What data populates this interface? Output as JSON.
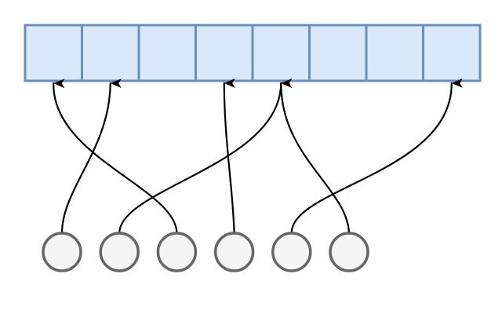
{
  "colors": {
    "slot_fill": "#dae8fc",
    "slot_stroke": "#6c8ebf",
    "node_fill": "#f5f5f5",
    "node_stroke": "#666666",
    "edge_stroke": "#000000"
  },
  "slots": [
    {
      "index": 0
    },
    {
      "index": 1
    },
    {
      "index": 2
    },
    {
      "index": 3
    },
    {
      "index": 4
    },
    {
      "index": 5
    },
    {
      "index": 6
    },
    {
      "index": 7
    }
  ],
  "nodes": [
    {
      "index": 0
    },
    {
      "index": 1
    },
    {
      "index": 2
    },
    {
      "index": 3
    },
    {
      "index": 4
    },
    {
      "index": 5
    }
  ],
  "edges": [
    {
      "from_node": 0,
      "to_slot": 1
    },
    {
      "from_node": 1,
      "to_slot": 4
    },
    {
      "from_node": 2,
      "to_slot": 0
    },
    {
      "from_node": 3,
      "to_slot": 3
    },
    {
      "from_node": 4,
      "to_slot": 7
    },
    {
      "from_node": 5,
      "to_slot": 4
    }
  ]
}
